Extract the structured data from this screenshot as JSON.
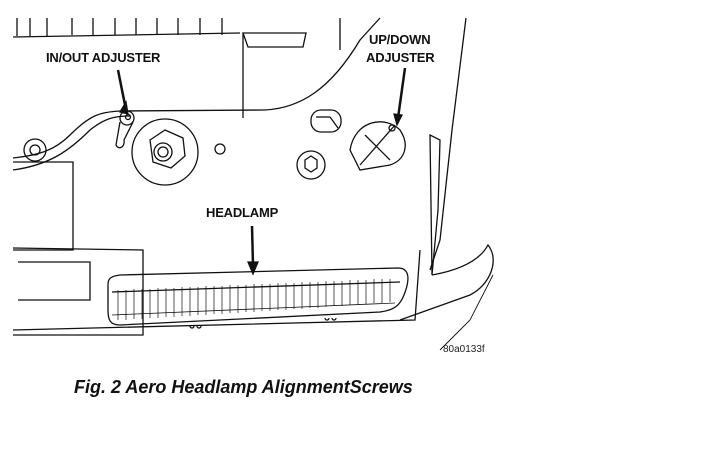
{
  "labels": {
    "in_out": "IN/OUT ADJUSTER",
    "up_down_line1": "UP/DOWN",
    "up_down_line2": "ADJUSTER",
    "headlamp": "HEADLAMP"
  },
  "figure_code": "80a0133f",
  "caption": "Fig. 2 Aero Headlamp AlignmentScrews"
}
